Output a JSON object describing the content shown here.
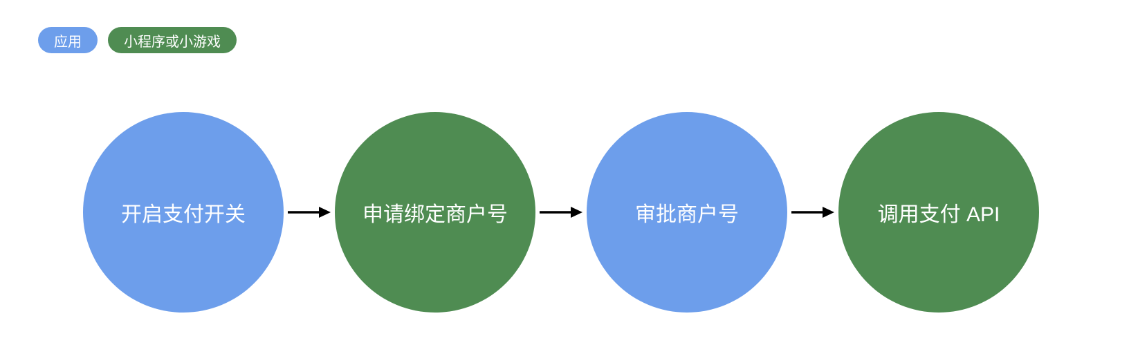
{
  "legend": {
    "items": [
      {
        "label": "应用",
        "color": "#6D9EEB"
      },
      {
        "label": "小程序或小游戏",
        "color": "#4F8C52"
      }
    ]
  },
  "flow": {
    "nodes": [
      {
        "label": "开启支付开关",
        "color": "#6D9EEB"
      },
      {
        "label": "申请绑定商户号",
        "color": "#4F8C52"
      },
      {
        "label": "审批商户号",
        "color": "#6D9EEB"
      },
      {
        "label": "调用支付 API",
        "color": "#4F8C52"
      }
    ],
    "arrow_color": "#000000"
  }
}
